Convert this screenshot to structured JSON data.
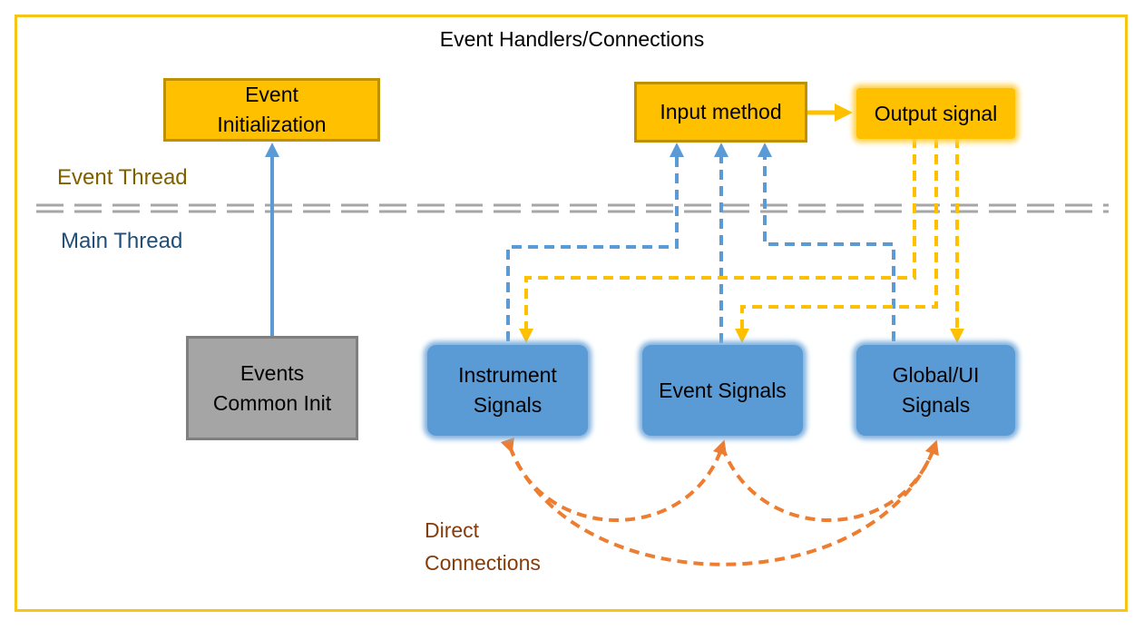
{
  "title": "Event Handlers/Connections",
  "labels": {
    "event_thread": "Event Thread",
    "main_thread": "Main Thread",
    "direct_connections_line1": "Direct",
    "direct_connections_line2": "Connections"
  },
  "nodes": {
    "event_init": {
      "line1": "Event",
      "line2": "Initialization"
    },
    "input_method": {
      "text": "Input method"
    },
    "output_signal": {
      "text": "Output signal"
    },
    "events_common_init": {
      "line1": "Events",
      "line2": "Common Init"
    },
    "instrument_signals": {
      "line1": "Instrument",
      "line2": "Signals"
    },
    "event_signals": {
      "text": "Event Signals"
    },
    "global_ui_signals": {
      "line1": "Global/UI",
      "line2": "Signals"
    }
  },
  "colors": {
    "frame": "#f5c518",
    "gold": "#ffc000",
    "blue": "#5b9bd5",
    "gray": "#a5a5a5",
    "orange": "#ed7d31",
    "event_thread_text": "#7f6000",
    "main_thread_text": "#1f4e79",
    "direct_text": "#843c0c"
  }
}
